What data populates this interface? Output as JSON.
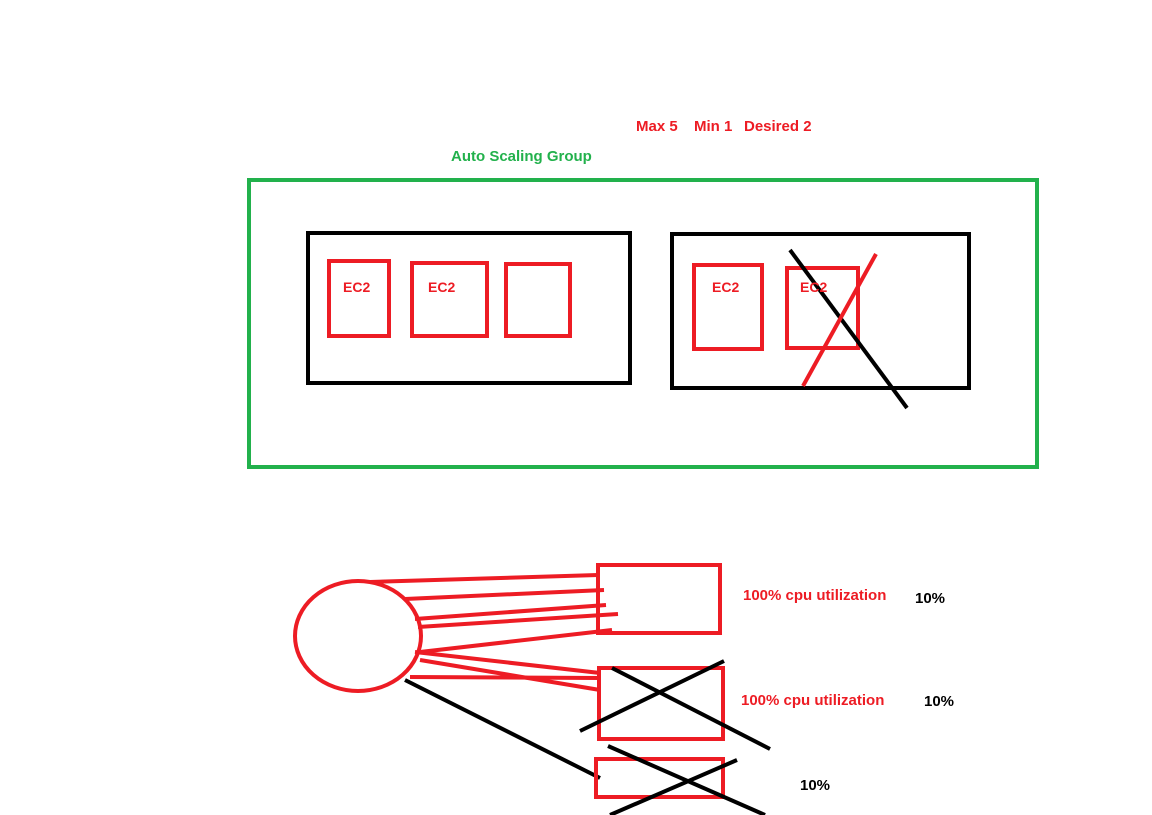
{
  "capacity": {
    "max_label": "Max 5",
    "min_label": "Min 1",
    "desired_label": "Desired 2"
  },
  "asg": {
    "title": "Auto Scaling Group"
  },
  "instances": {
    "label": "EC2"
  },
  "load": {
    "server1_util": "100% cpu utilization",
    "server1_after": "10%",
    "server2_util": "100% cpu utilization",
    "server2_after": "10%",
    "server3_after": "10%"
  },
  "colors": {
    "red": "#ed1c24",
    "green": "#22b14c",
    "black": "#000000"
  }
}
